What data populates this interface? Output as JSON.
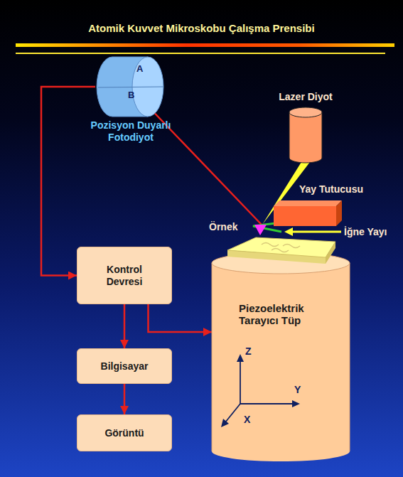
{
  "diagram": {
    "title": "Atomik Kuvvet Mikroskobu Çalışma Prensibi",
    "nodes": [
      {
        "text": [
          "A",
          "B",
          "Pozisyon Duyarlı Fotodiyot"
        ]
      },
      {
        "text": [
          "Lazer Diyot"
        ]
      },
      {
        "text": [
          "Yay Tutucusu"
        ]
      },
      {
        "text": [
          "Kontrol Devresi"
        ]
      },
      {
        "text": [
          "Piezoelektrik Tarayıcı Tüp"
        ]
      },
      {
        "text": [
          "Bilgisayar"
        ]
      },
      {
        "text": [
          "Görüntü"
        ]
      }
    ],
    "edges": [
      {
        "from": 0,
        "to": 3,
        "arrow": "to"
      },
      {
        "from": 3,
        "to": 5,
        "arrow": "to"
      },
      {
        "from": 3,
        "to": 4,
        "arrow": "to"
      },
      {
        "from": 5,
        "to": 6,
        "arrow": "to"
      }
    ],
    "labels": [
      "Örnek",
      "İğne Yayı",
      "Z",
      "Y",
      "X"
    ]
  }
}
